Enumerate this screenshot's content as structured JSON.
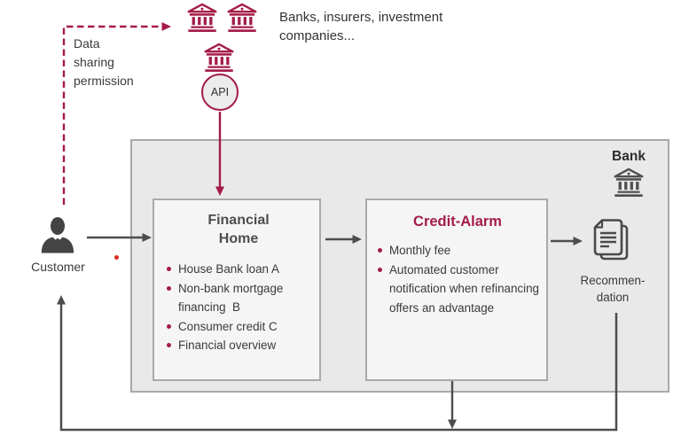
{
  "colors": {
    "accent": "#a41c47",
    "ink": "#3a3a3a",
    "arrow": "#4d4d4d",
    "panel_bg": "#e9e9e9",
    "panel_border": "#a9a9a9",
    "card_bg": "#f5f5f5",
    "card_border": "#a9a9a9",
    "api_bg": "#ececec",
    "red_dot": "#e02b20"
  },
  "external": {
    "permission_label": "Data\nsharing\npermission",
    "banks_caption": "Banks, insurers, investment\ncompanies...",
    "api_label": "API"
  },
  "customer": {
    "label": "Customer"
  },
  "bank_panel": {
    "title": "Bank",
    "financial_home": {
      "title": "Financial\nHome",
      "bullets": [
        "House Bank loan A",
        "Non-bank mortgage financing  B",
        "Consumer credit C",
        "Financial overview"
      ]
    },
    "credit_alarm": {
      "title": "Credit-Alarm",
      "bullets": [
        "Monthly fee",
        "Automated customer notification when refinancing offers an advantage"
      ]
    },
    "recommendation_label": "Recommen-\ndation"
  }
}
